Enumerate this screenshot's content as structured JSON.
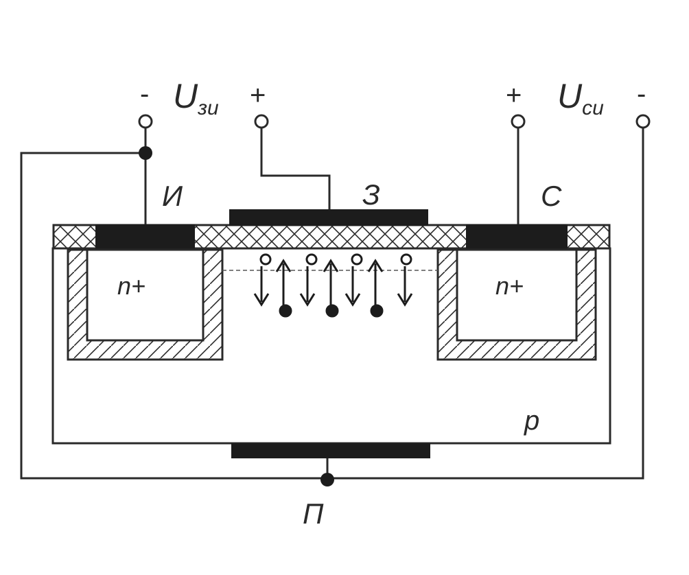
{
  "colors": {
    "ink": "#2a2a2a",
    "metal": "#1c1c1c",
    "background": "#ffffff"
  },
  "labels": {
    "source_terminal": "И",
    "gate_terminal": "З",
    "drain_terminal": "С",
    "substrate_terminal": "П",
    "n_plus_left": "n+",
    "n_plus_right": "n+",
    "substrate_type": "p"
  },
  "voltages": {
    "gate_source": {
      "minus": "-",
      "letter": "U",
      "subscript": "зи",
      "plus": "+"
    },
    "drain_source": {
      "plus": "+",
      "letter": "U",
      "subscript": "си",
      "minus": "-"
    }
  }
}
